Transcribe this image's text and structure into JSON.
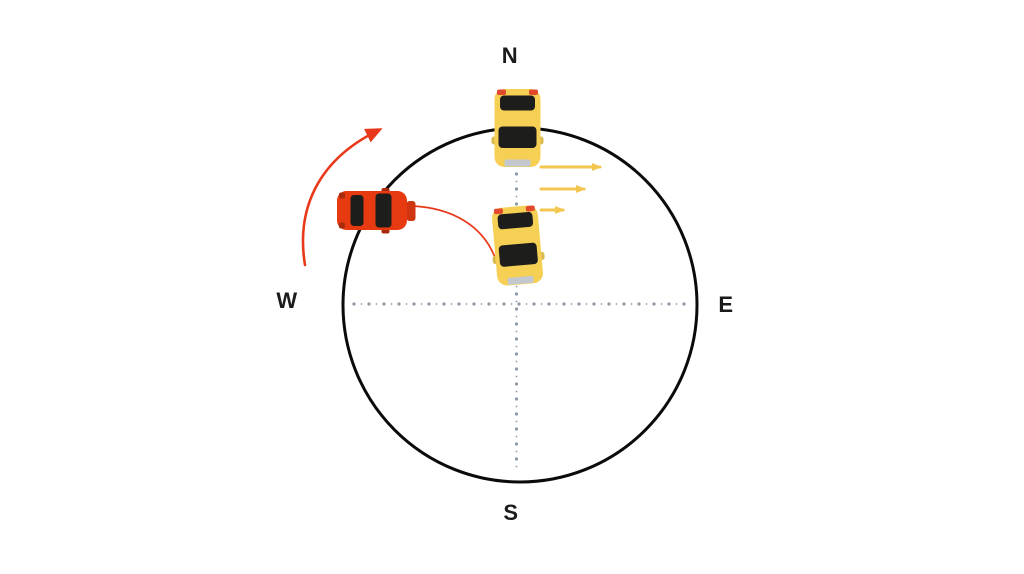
{
  "diagram_title": "compass-circle-driving-diagram",
  "compass": {
    "north": "N",
    "east": "E",
    "south": "S",
    "west": "W"
  },
  "icons": {
    "red_car": "red-car-top-view-facing-east",
    "yellow_car_north": "yellow-car-top-view-facing-south-at-north-point",
    "yellow_car_middle": "yellow-car-top-view-facing-south-mid-circle",
    "turn_arrow": "curved-red-arrow-pointing-northeast",
    "motion_arrows": "three-yellow-arrows-pointing-east",
    "path_line": "thin-red-curved-path-from-red-car-to-yellow-car"
  },
  "colors": {
    "background": "#ffffff",
    "circle": "#0b0b0b",
    "dots": "#8e9aa6",
    "label": "#1b1b1b",
    "car_red": "#e73a10",
    "car_red_bumper": "#cf3510",
    "car_red_detail": "#a82a0c",
    "window": "#1d1d1b",
    "car_yellow": "#f6d055",
    "car_yellow_mirror": "#d9ba4e",
    "bumper_gray": "#c3c8ce",
    "taillight": "#e2492b",
    "arrow_yellow": "#f3c74f",
    "arrow_red": "#e8391a"
  }
}
